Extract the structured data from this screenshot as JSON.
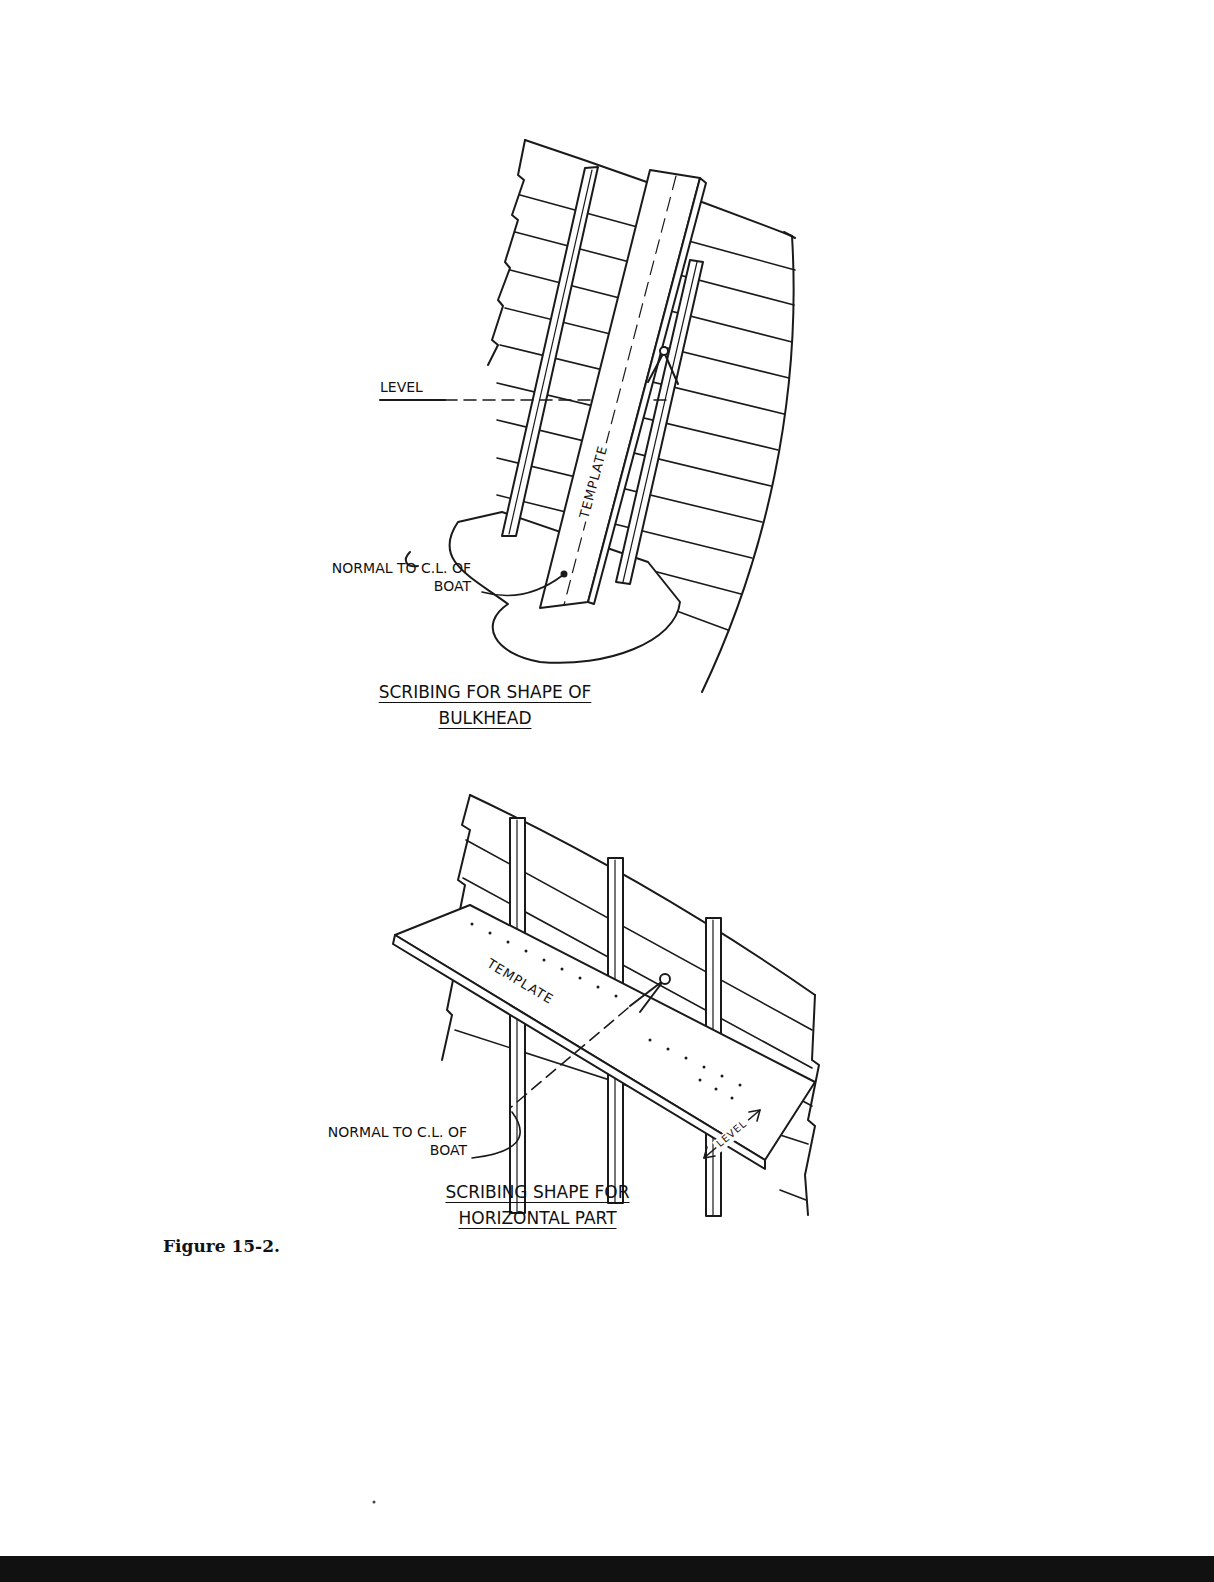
{
  "diagram": {
    "caption": "Figure 15-2.",
    "labels": [
      "LEVEL",
      "TEMPLATE",
      "NORMAL TO C.L. OF BOAT",
      "SCRIBING FOR SHAPE OF BULKHEAD",
      "TEMPLATE",
      "LEVEL",
      "NORMAL TO C.L. OF BOAT",
      "SCRIBING SHAPE FOR HORIZONTAL PART"
    ]
  }
}
